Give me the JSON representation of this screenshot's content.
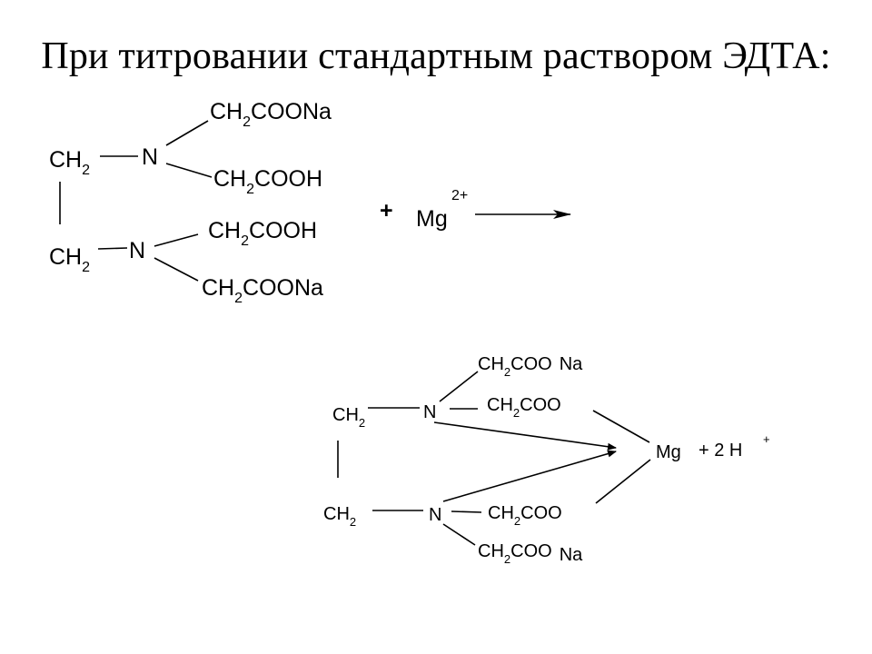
{
  "title": "При титровании стандартным раствором ЭДТА:",
  "reactant": {
    "ch2_top": {
      "main": "CH",
      "sub": "2"
    },
    "ch2_bottom": {
      "main": "CH",
      "sub": "2"
    },
    "n_top": "N",
    "n_bottom": "N",
    "g1": {
      "a": "CH",
      "s": "2",
      "b": "COONa"
    },
    "g2": {
      "a": "CH",
      "s": "2",
      "b": "COOH"
    },
    "g3": {
      "a": "CH",
      "s": "2",
      "b": "COOH"
    },
    "g4": {
      "a": "CH",
      "s": "2",
      "b": "COONa"
    }
  },
  "reagent": {
    "plus": "+",
    "metal": "Mg",
    "charge": "2+"
  },
  "product": {
    "ch2_top": {
      "main": "CH",
      "sub": "2"
    },
    "ch2_bottom": {
      "main": "CH",
      "sub": "2"
    },
    "n_top": "N",
    "n_bottom": "N",
    "g1": {
      "a": "CH",
      "s": "2",
      "b": "COO",
      "c": "Na"
    },
    "g2": {
      "a": "CH",
      "s": "2",
      "b": "COO"
    },
    "g3": {
      "a": "CH",
      "s": "2",
      "b": "COO"
    },
    "g4": {
      "a": "CH",
      "s": "2",
      "b": "COO",
      "c": "Na"
    },
    "metal": "Mg",
    "byproduct": "+ 2 H",
    "byproduct_charge": "+"
  }
}
